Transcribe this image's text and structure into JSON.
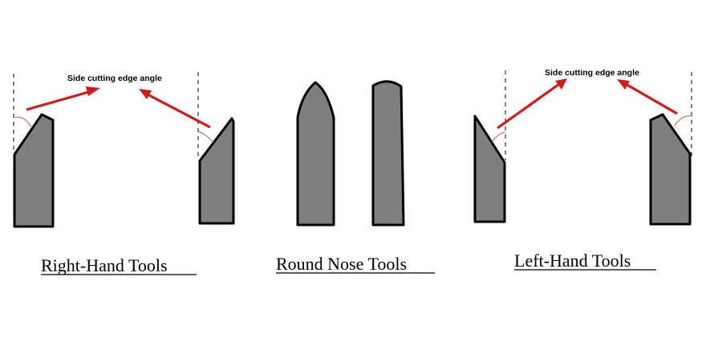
{
  "diagram": {
    "annotations": {
      "right_hand_angle_label": "Side cutting edge angle",
      "left_hand_angle_label": "Side cutting edge angle"
    },
    "captions": {
      "right_hand": "Right-Hand Tools",
      "round_nose": "Round Nose Tools",
      "left_hand": "Left-Hand Tools"
    },
    "colors": {
      "tool_fill": "#7f7f7f",
      "tool_outline": "#000000",
      "arrow": "#d11a1a",
      "angle_arc": "#c25a5a",
      "reference_line": "#000000"
    }
  }
}
